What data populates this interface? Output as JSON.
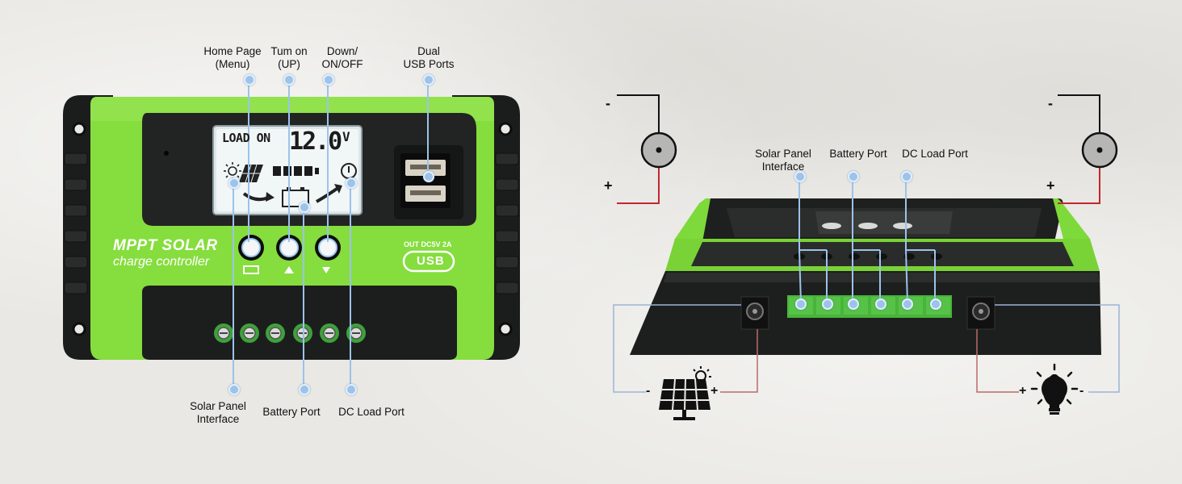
{
  "front_callouts": {
    "home_page": "Home Page\n(Menu)",
    "turn_on": "Tum on\n(UP)",
    "down_onoff": "Down/\nON/OFF",
    "dual_usb": "Dual\nUSB Ports",
    "solar_panel": "Solar Panel\nInterface",
    "battery_port": "Battery Port",
    "dc_load_port": "DC Load Port"
  },
  "device": {
    "lcd_load_label": "LOAD ON",
    "lcd_voltage": "12.0",
    "lcd_unit": "V",
    "brand_line1": "MPPT SOLAR",
    "brand_line2": "charge controller",
    "usb_spec": "OUT DC5V 2A",
    "usb_logo": "USB"
  },
  "side_callouts": {
    "solar_panel": "Solar Panel\nInterface",
    "battery_port": "Battery Port",
    "dc_load_port": "DC Load Port"
  },
  "polarity": {
    "minus": "-",
    "plus": "+"
  },
  "colors": {
    "green": "#7ed93a",
    "positive_wire": "#c2272d",
    "negative_wire": "#111111",
    "callout_dot": "#9cc3ea"
  }
}
